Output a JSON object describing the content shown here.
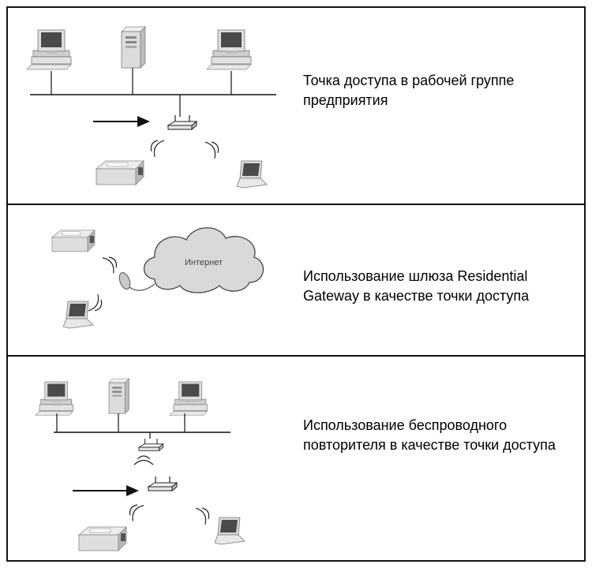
{
  "rows": [
    {
      "caption": "Точка доступа в рабочей группе предприятия",
      "icons": [
        "desktop-computer-icon",
        "tower-server-icon",
        "desktop-computer-icon",
        "access-point-icon",
        "printer-icon",
        "laptop-icon",
        "arrow-icon"
      ]
    },
    {
      "caption": "Использование шлюза Residential Gateway в качестве точки доступа",
      "cloud_label": "Интернет",
      "icons": [
        "printer-icon",
        "laptop-icon",
        "gateway-icon",
        "internet-cloud-icon"
      ]
    },
    {
      "caption": "Использование беспроводного повторителя в качестве точки доступа",
      "icons": [
        "desktop-computer-icon",
        "tower-server-icon",
        "desktop-computer-icon",
        "access-point-icon",
        "repeater-icon",
        "printer-icon",
        "laptop-icon",
        "arrow-icon"
      ]
    }
  ],
  "colors": {
    "border": "#111111",
    "device_light": "#e6e6e6",
    "device_mid": "#c4c4c4",
    "device_dark": "#7a7a7a",
    "screen": "#4a4a4a",
    "cloud_fill": "#d9d9d9"
  }
}
